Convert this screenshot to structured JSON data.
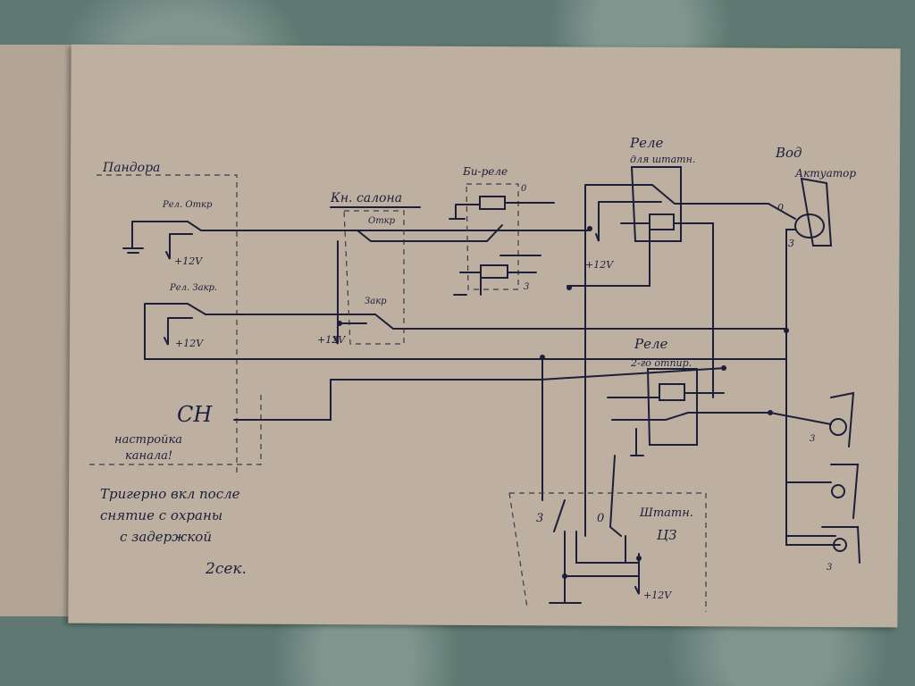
{
  "labels": {
    "pandora": "Пандора",
    "rel_open": "Рел. Откр",
    "rel_close": "Рел. Закр.",
    "plus12v": "+12V",
    "button_cabin": "Кн. салона",
    "btn_open": "Откр",
    "btn_close": "Закр",
    "bi_relay": "Би-реле",
    "zero": "0",
    "three": "3",
    "relay_std_title": "Реле",
    "relay_std_sub": "для штатн.",
    "driver_title": "Вод",
    "driver_sub": "Актуатор",
    "relay_second_title": "Реле",
    "relay_second_sub": "2-го отпир.",
    "ch": "СН",
    "ch_note_1": "настройка",
    "ch_note_2": "канала!",
    "note_line1": "Тригерно вкл после",
    "note_line2": "снятие с охраны",
    "note_line3": "с задержкой",
    "note_line4": "2сек.",
    "std_cz_1": "Штатн.",
    "std_cz_2": "ЦЗ"
  }
}
